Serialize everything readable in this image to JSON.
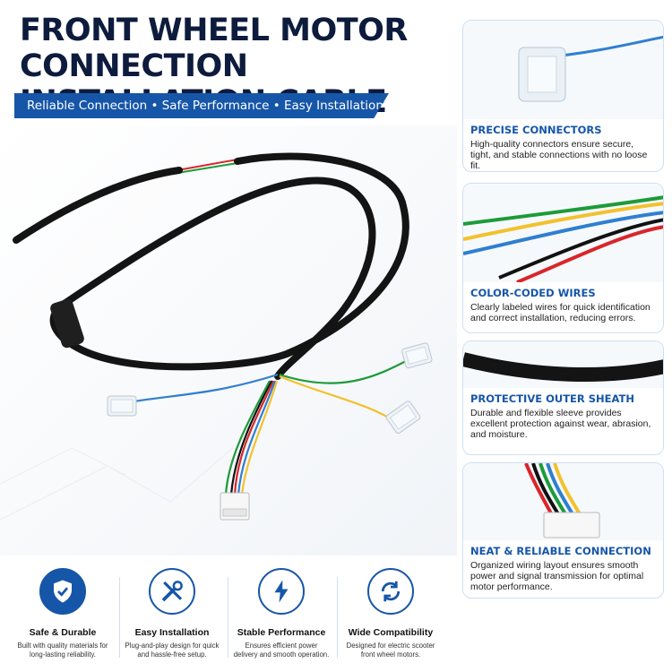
{
  "header": {
    "title_line1": "FRONT WHEEL MOTOR",
    "title_line2": "CONNECTION INSTALLATION CABLE",
    "tagline": "Reliable Connection • Safe Performance • Easy Installation"
  },
  "cards": [
    {
      "title": "PRECISE CONNECTORS",
      "desc": "High-quality connectors ensure secure, tight, and stable connections with no loose fit."
    },
    {
      "title": "COLOR-CODED WIRES",
      "desc": "Clearly labeled wires for quick identification and correct installation, reducing errors."
    },
    {
      "title": "PROTECTIVE OUTER SHEATH",
      "desc": "Durable and flexible sleeve provides excellent protection against wear, abrasion, and moisture."
    },
    {
      "title": "NEAT & RELIABLE CONNECTION",
      "desc": "Organized wiring layout ensures smooth power and signal transmission for optimal motor performance."
    }
  ],
  "features": [
    {
      "title": "Safe & Durable",
      "desc": "Built with quality materials for long-lasting reliability.",
      "icon": "shield-check-icon"
    },
    {
      "title": "Easy Installation",
      "desc": "Plug-and-play design for quick and hassle-free setup.",
      "icon": "tools-icon"
    },
    {
      "title": "Stable Performance",
      "desc": "Ensures efficient power delivery and smooth operation.",
      "icon": "lightning-icon"
    },
    {
      "title": "Wide Compatibility",
      "desc": "Designed for electric scooter front wheel motors.",
      "icon": "sync-arrows-icon"
    }
  ],
  "colors": {
    "accent": "#1656a8",
    "title": "#0d1b3d",
    "cable": "#141414",
    "wire_red": "#d8262b",
    "wire_blue": "#2f7fd0",
    "wire_green": "#1d9b3a",
    "wire_yellow": "#f2c12e",
    "wire_black": "#111111"
  }
}
